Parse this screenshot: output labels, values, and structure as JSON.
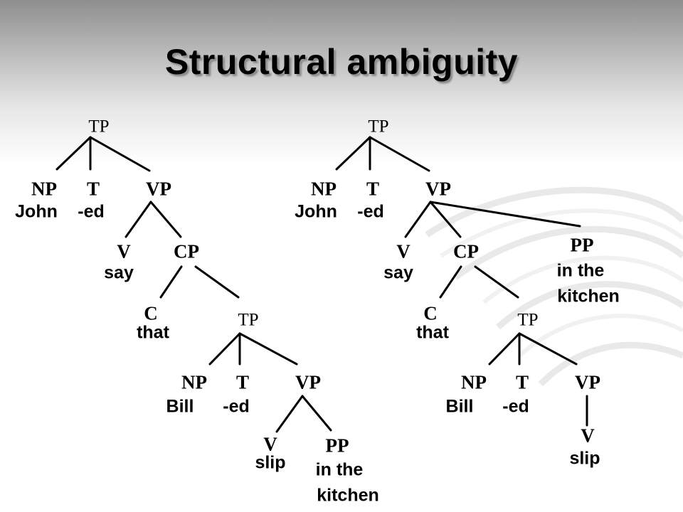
{
  "slide": {
    "title": "Structural ambiguity"
  },
  "tree_left": {
    "root": "TP",
    "np": "NP",
    "np_word": "John",
    "t": "T",
    "t_word": "-ed",
    "vp": "VP",
    "v": "V",
    "v_word": "say",
    "cp": "CP",
    "c": "C",
    "c_word": "that",
    "tp2": "TP",
    "np2": "NP",
    "np2_word": "Bill",
    "t2": "T",
    "t2_word": "-ed",
    "vp2": "VP",
    "v2": "V",
    "v2_word": "slip",
    "pp": "PP",
    "pp_line1": "in the",
    "pp_line2": "kitchen"
  },
  "tree_right": {
    "root": "TP",
    "np": "NP",
    "np_word": "John",
    "t": "T",
    "t_word": "-ed",
    "vp": "VP",
    "v": "V",
    "v_word": "say",
    "cp": "CP",
    "pp": "PP",
    "pp_line1": "in the",
    "pp_line2": "kitchen",
    "c": "C",
    "c_word": "that",
    "tp2": "TP",
    "np2": "NP",
    "np2_word": "Bill",
    "t2": "T",
    "t2_word": "-ed",
    "vp2": "VP",
    "v2": "V",
    "v2_word": "slip"
  }
}
